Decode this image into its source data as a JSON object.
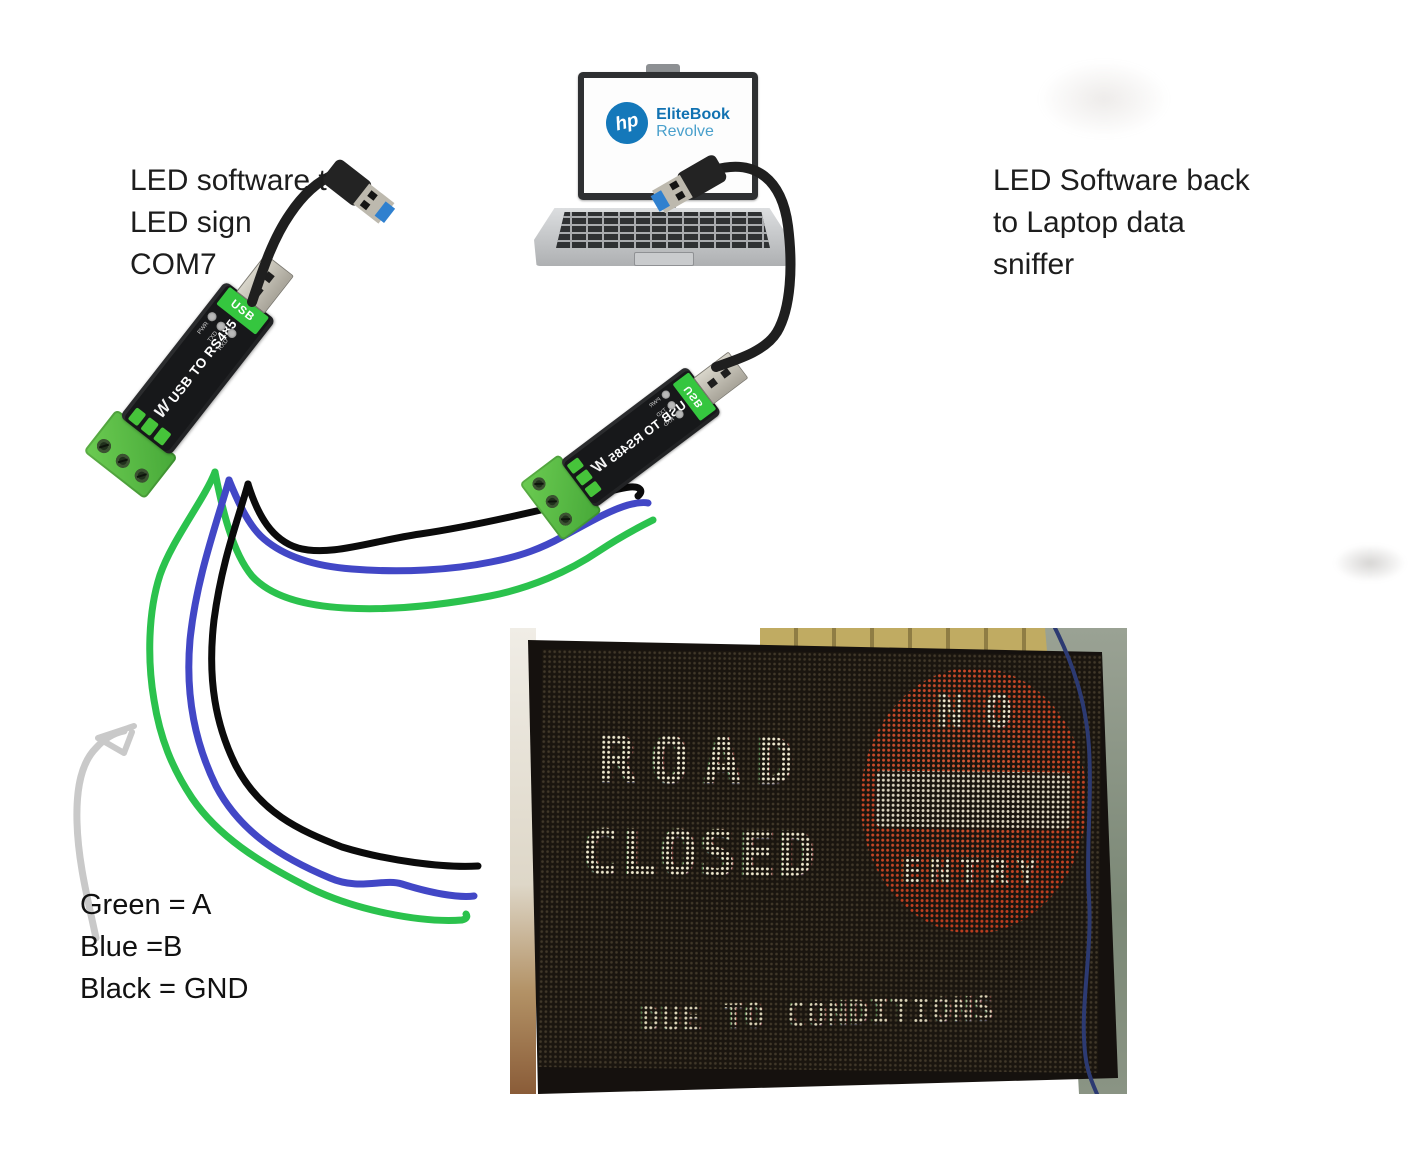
{
  "notes": {
    "left": [
      "LED software t",
      "LED sign",
      "COM7"
    ],
    "right": [
      "LED Software back",
      "to Laptop data",
      "sniffer"
    ]
  },
  "legend": [
    {
      "label": "Green = A"
    },
    {
      "label": "Blue =B"
    },
    {
      "label": "Black = GND"
    }
  ],
  "laptop": {
    "logo": "hp",
    "model_line1": "EliteBook",
    "model_line2": "Revolve"
  },
  "adapters": {
    "left": {
      "label": "USB TO RS485",
      "usb_tag": "USB",
      "brand": "W",
      "leds": [
        "PWR",
        "TXD",
        "RXD"
      ]
    },
    "right": {
      "label": "USB TO RS485",
      "usb_tag": "USB",
      "brand": "W",
      "leds": [
        "PWR",
        "TXD",
        "RXD"
      ]
    }
  },
  "led_sign": {
    "line1": "ROAD",
    "line2": "CLOSED",
    "no_entry_top": "NO",
    "no_entry_bottom": "ENTRY",
    "bottom_line": "DUE TO CONDITIONS"
  },
  "colors": {
    "wire_green": "#2bc24d",
    "wire_blue": "#4247c6",
    "wire_black": "#0b0b0b",
    "hp_blue": "#1478ba",
    "sign_red": "#c23d1e",
    "adapter_green": "#35c63f"
  }
}
